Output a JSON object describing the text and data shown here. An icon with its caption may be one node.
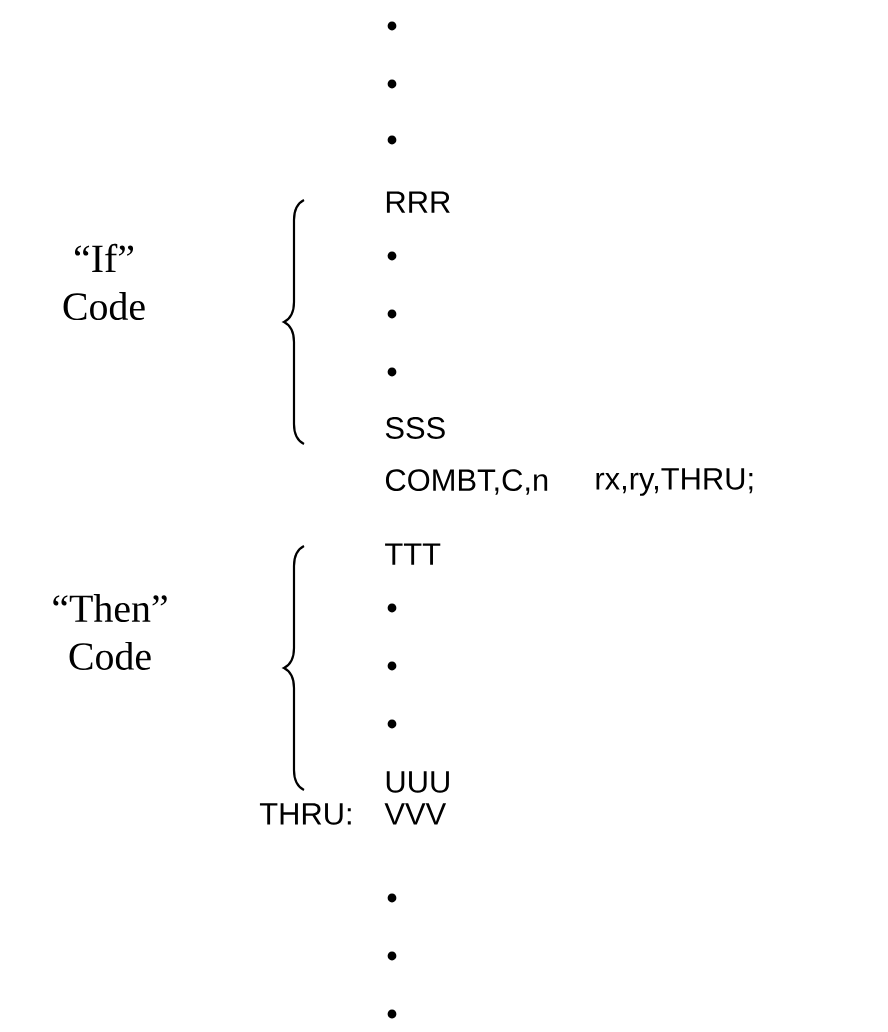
{
  "diagram": {
    "labels": [
      "“If” Code",
      "RRR",
      "SSS",
      "COMBT,C,n",
      "rx,ry,THRU;",
      "“Then” Code",
      "TTT",
      "UUU",
      "THRU:",
      "VVV"
    ]
  }
}
